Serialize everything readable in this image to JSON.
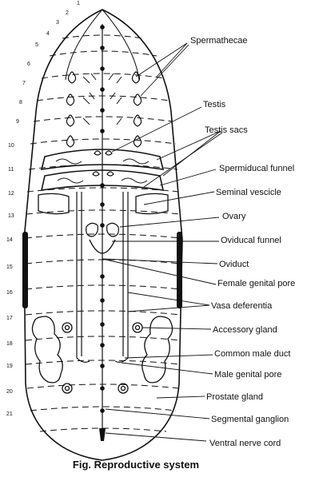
{
  "figure": {
    "caption": "Fig. Reproductive system",
    "segment_numbers": [
      "1",
      "2",
      "3",
      "4",
      "5",
      "6",
      "7",
      "8",
      "9",
      "10",
      "11",
      "12",
      "13",
      "14",
      "15",
      "16",
      "17",
      "18",
      "19",
      "20",
      "21"
    ],
    "labels": [
      "Spermathecae",
      "Testis",
      "Testis sacs",
      "Spermiducal funnel",
      "Seminal vescicle",
      "Ovary",
      "Oviducal funnel",
      "Oviduct",
      "Female genital pore",
      "Vasa deferentia",
      "Accessory gland",
      "Common male duct",
      "Male genital pore",
      "Prostate gland",
      "Segmental ganglion",
      "Ventral nerve cord"
    ]
  },
  "colors": {
    "ink": "#111111",
    "background": "#ffffff"
  }
}
